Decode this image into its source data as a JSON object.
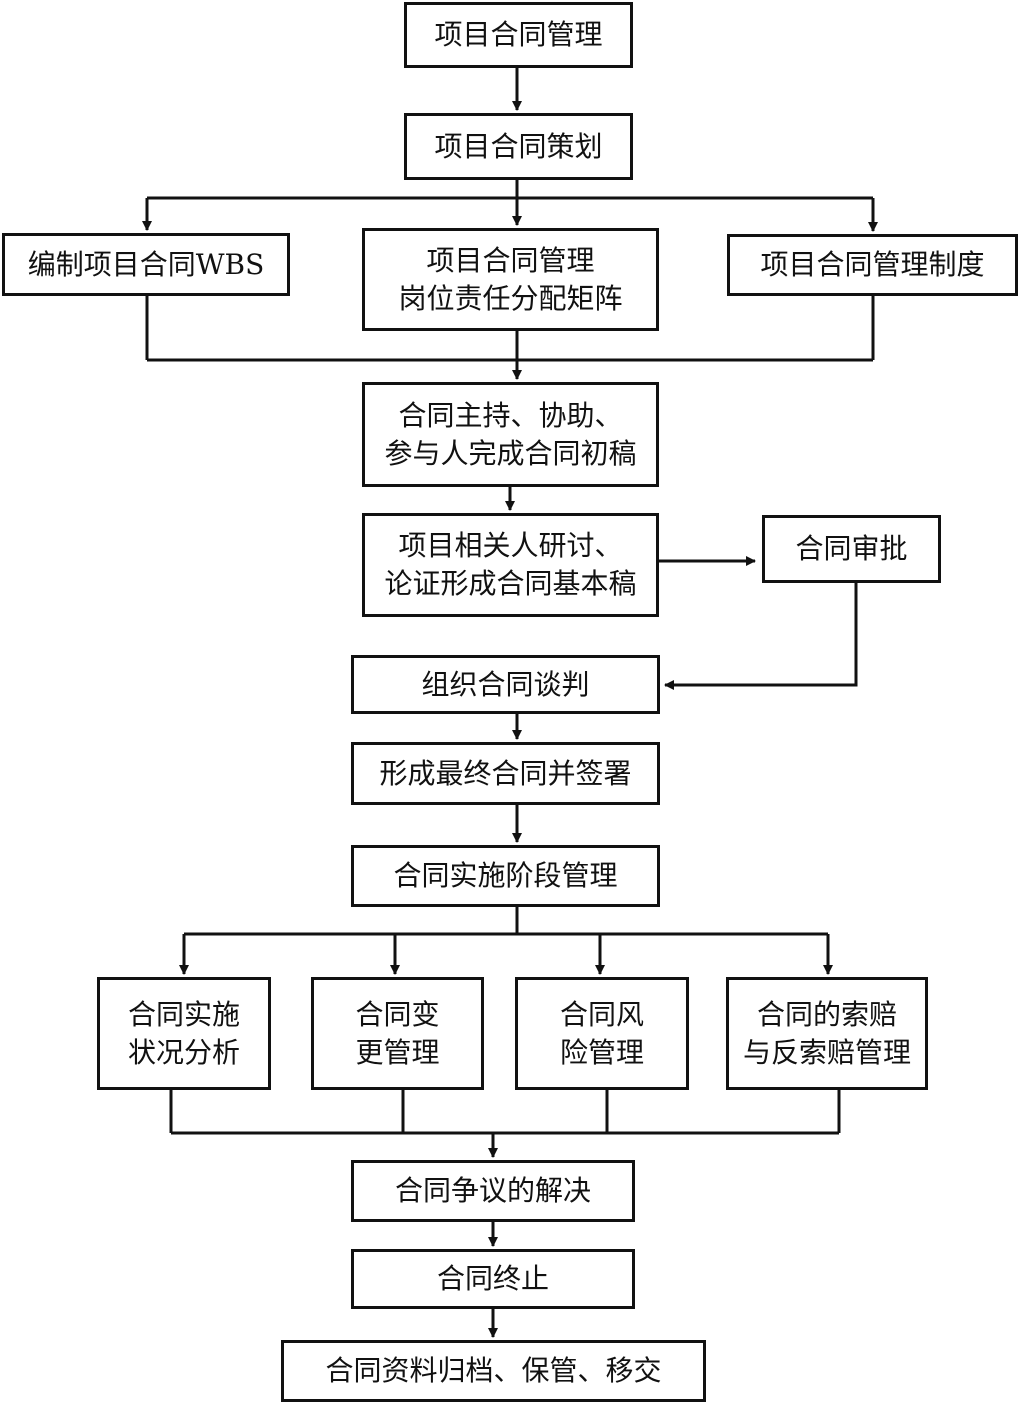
{
  "diagram": {
    "nodes": {
      "n1": {
        "lines": [
          "项目合同管理"
        ]
      },
      "n2": {
        "lines": [
          "项目合同策划"
        ]
      },
      "n3a": {
        "lines": [
          "编制项目合同WBS"
        ]
      },
      "n3b": {
        "lines": [
          "项目合同管理",
          "岗位责任分配矩阵"
        ]
      },
      "n3c": {
        "lines": [
          "项目合同管理制度"
        ]
      },
      "n4": {
        "lines": [
          "合同主持、协助、",
          "参与人完成合同初稿"
        ]
      },
      "n5": {
        "lines": [
          "项目相关人研讨、",
          "论证形成合同基本稿"
        ]
      },
      "n5r": {
        "lines": [
          "合同审批"
        ]
      },
      "n6": {
        "lines": [
          "组织合同谈判"
        ]
      },
      "n7": {
        "lines": [
          "形成最终合同并签署"
        ]
      },
      "n8": {
        "lines": [
          "合同实施阶段管理"
        ]
      },
      "n9a": {
        "lines": [
          "合同实施",
          "状况分析"
        ]
      },
      "n9b": {
        "lines": [
          "合同变",
          "更管理"
        ]
      },
      "n9c": {
        "lines": [
          "合同风",
          "险管理"
        ]
      },
      "n9d": {
        "lines": [
          "合同的索赔",
          "与反索赔管理"
        ]
      },
      "n10": {
        "lines": [
          "合同争议的解决"
        ]
      },
      "n11": {
        "lines": [
          "合同终止"
        ]
      },
      "n12": {
        "lines": [
          "合同资料归档、保管、移交"
        ]
      }
    },
    "edges": [
      {
        "from": "n1",
        "to": "n2"
      },
      {
        "from": "n2",
        "to": "n3a"
      },
      {
        "from": "n2",
        "to": "n3b"
      },
      {
        "from": "n2",
        "to": "n3c"
      },
      {
        "from": "n3a",
        "to": "n4"
      },
      {
        "from": "n3b",
        "to": "n4"
      },
      {
        "from": "n3c",
        "to": "n4"
      },
      {
        "from": "n4",
        "to": "n5"
      },
      {
        "from": "n5",
        "to": "n5r"
      },
      {
        "from": "n5r",
        "to": "n6"
      },
      {
        "from": "n6",
        "to": "n7"
      },
      {
        "from": "n7",
        "to": "n8"
      },
      {
        "from": "n8",
        "to": "n9a"
      },
      {
        "from": "n8",
        "to": "n9b"
      },
      {
        "from": "n8",
        "to": "n9c"
      },
      {
        "from": "n8",
        "to": "n9d"
      },
      {
        "from": "n9a",
        "to": "n10"
      },
      {
        "from": "n9b",
        "to": "n10"
      },
      {
        "from": "n9c",
        "to": "n10"
      },
      {
        "from": "n9d",
        "to": "n10"
      },
      {
        "from": "n10",
        "to": "n11"
      },
      {
        "from": "n11",
        "to": "n12"
      }
    ],
    "colors": {
      "line": "#111111",
      "fill": "#ffffff",
      "text": "#111111"
    }
  }
}
